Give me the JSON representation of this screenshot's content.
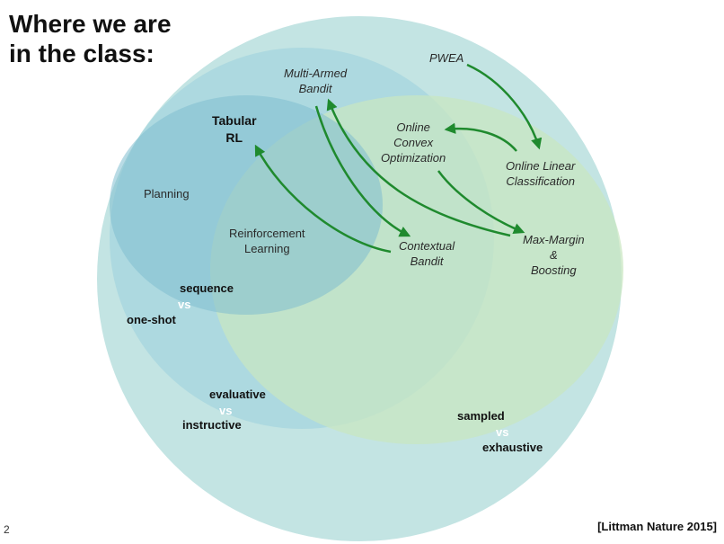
{
  "title_lines": [
    "Where we are",
    "in the class:"
  ],
  "labels": {
    "tabular_rl": [
      "Tabular",
      "RL"
    ],
    "planning": "Planning",
    "reinforcement_learning": [
      "Reinforcement",
      "Learning"
    ],
    "multi_armed_bandit": [
      "Multi-Armed",
      "Bandit"
    ],
    "online_convex_optimization": [
      "Online",
      "Convex",
      "Optimization"
    ],
    "pwea": "PWEA",
    "online_linear_classification": [
      "Online Linear",
      "Classification"
    ],
    "contextual_bandit": [
      "Contextual",
      "Bandit"
    ],
    "max_margin_boosting": [
      "Max-Margin",
      "&",
      "Boosting"
    ]
  },
  "dimensions": {
    "sequence": {
      "top": "sequence",
      "vs": "vs",
      "bottom": "one-shot"
    },
    "evaluative": {
      "top": "evaluative",
      "vs": "vs",
      "bottom": "instructive"
    },
    "sampled": {
      "top": "sampled",
      "vs": "vs",
      "bottom": "exhaustive"
    }
  },
  "page_number": "2",
  "citation": "[Littman Nature 2015]",
  "colors": {
    "outer_circle": "#c3e4e3",
    "blue_circle": "#a6d5df",
    "green_circle": "#c4e1c3",
    "planning_circle": "#7fbdcf",
    "arrow": "#1f8a2e"
  }
}
